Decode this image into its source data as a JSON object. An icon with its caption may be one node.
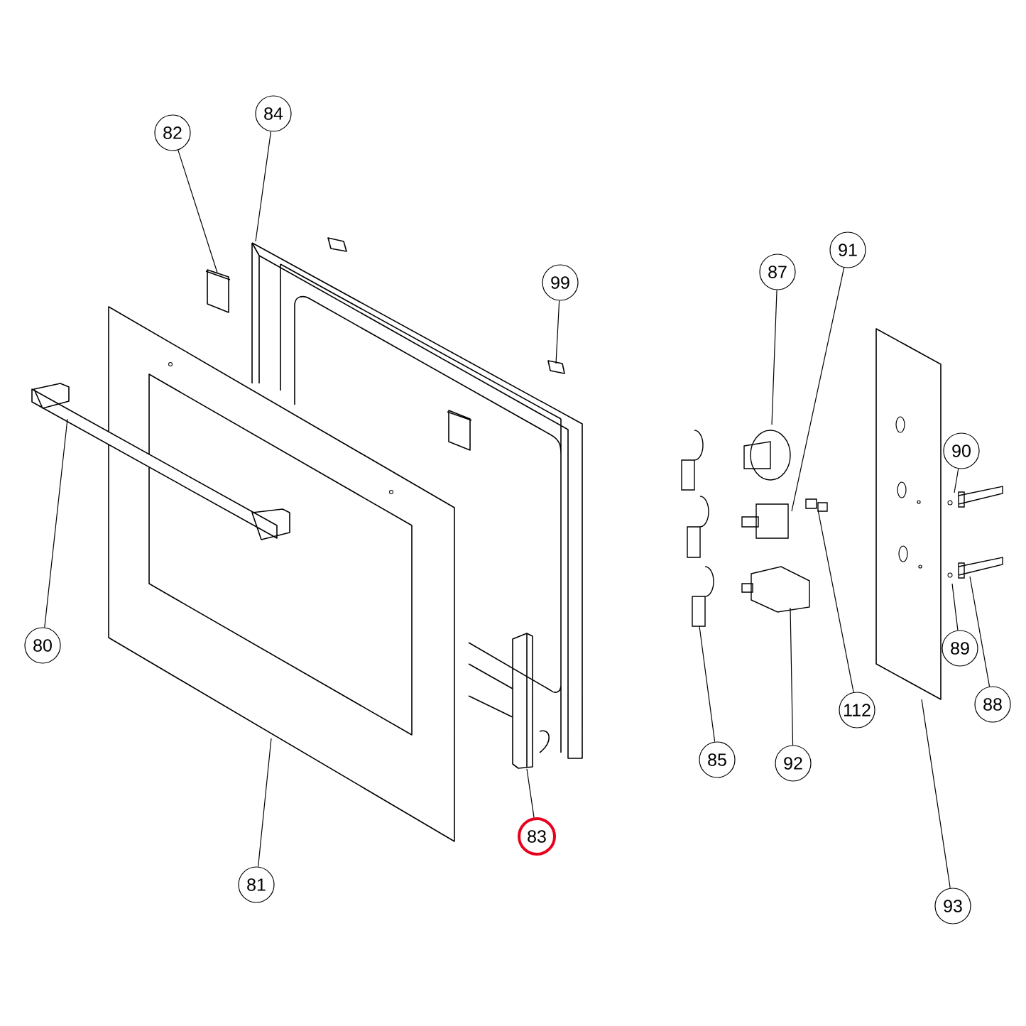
{
  "diagram": {
    "nodes": [
      {
        "text": [
          "84"
        ]
      },
      {
        "text": [
          "82"
        ]
      },
      {
        "text": [
          "91"
        ]
      },
      {
        "text": [
          "87"
        ]
      },
      {
        "text": [
          "99"
        ]
      },
      {
        "text": [
          "90"
        ]
      },
      {
        "text": [
          "80"
        ]
      },
      {
        "text": [
          "89"
        ]
      },
      {
        "text": [
          "88"
        ]
      },
      {
        "text": [
          "112"
        ]
      },
      {
        "text": [
          "85"
        ]
      },
      {
        "text": [
          "92"
        ]
      },
      {
        "text": [
          "83"
        ]
      },
      {
        "text": [
          "81"
        ]
      },
      {
        "text": [
          "93"
        ]
      }
    ],
    "edges": [
      {
        "from": 0,
        "to": null,
        "arrow": "none"
      },
      {
        "from": 1,
        "to": null,
        "arrow": "none"
      },
      {
        "from": 2,
        "to": null,
        "arrow": "none"
      },
      {
        "from": 3,
        "to": null,
        "arrow": "none"
      },
      {
        "from": 4,
        "to": null,
        "arrow": "none"
      },
      {
        "from": 5,
        "to": null,
        "arrow": "none"
      },
      {
        "from": 6,
        "to": null,
        "arrow": "none"
      },
      {
        "from": 7,
        "to": null,
        "arrow": "none"
      },
      {
        "from": 8,
        "to": null,
        "arrow": "none"
      },
      {
        "from": 9,
        "to": null,
        "arrow": "none"
      },
      {
        "from": 10,
        "to": null,
        "arrow": "none"
      },
      {
        "from": 11,
        "to": null,
        "arrow": "none"
      },
      {
        "from": 12,
        "to": null,
        "arrow": "none"
      },
      {
        "from": 13,
        "to": null,
        "arrow": "none"
      },
      {
        "from": 14,
        "to": null,
        "arrow": "none"
      }
    ]
  }
}
